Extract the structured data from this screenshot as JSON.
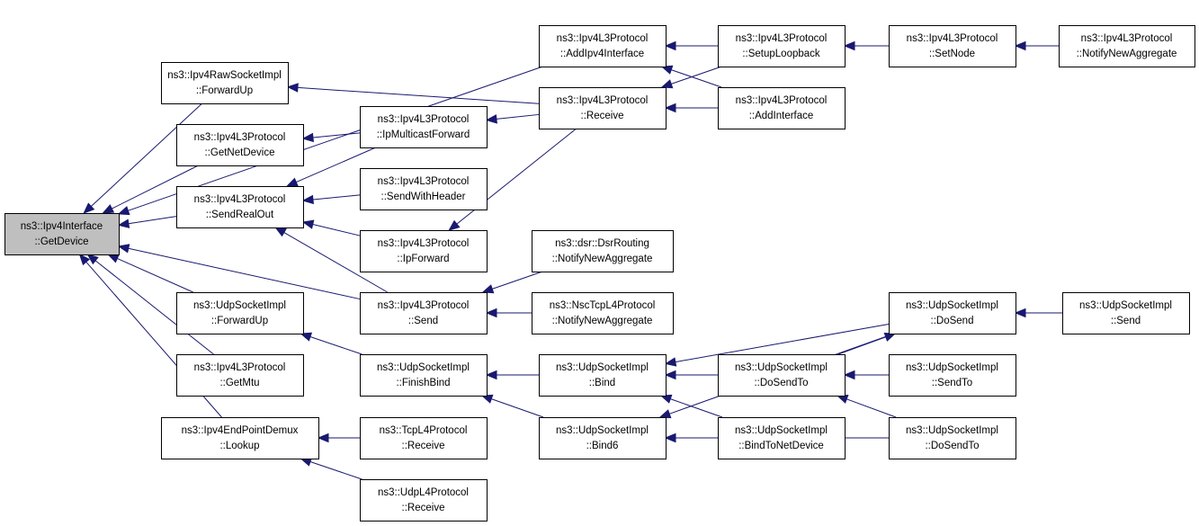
{
  "diagram": {
    "nodes": [
      {
        "id": "n_getdevice",
        "lines": [
          "ns3::Ipv4Interface",
          "::GetDevice"
        ],
        "focus": true
      },
      {
        "id": "n_rawfwd",
        "lines": [
          "ns3::Ipv4RawSocketImpl",
          "::ForwardUp"
        ]
      },
      {
        "id": "n_getnetdev",
        "lines": [
          "ns3::Ipv4L3Protocol",
          "::GetNetDevice"
        ]
      },
      {
        "id": "n_sendrealout",
        "lines": [
          "ns3::Ipv4L3Protocol",
          "::SendRealOut"
        ]
      },
      {
        "id": "n_udpfwd",
        "lines": [
          "ns3::UdpSocketImpl",
          "::ForwardUp"
        ]
      },
      {
        "id": "n_getmtu",
        "lines": [
          "ns3::Ipv4L3Protocol",
          "::GetMtu"
        ]
      },
      {
        "id": "n_lookup",
        "lines": [
          "ns3::Ipv4EndPointDemux",
          "::Lookup"
        ]
      },
      {
        "id": "n_ipmcast",
        "lines": [
          "ns3::Ipv4L3Protocol",
          "::IpMulticastForward"
        ]
      },
      {
        "id": "n_sendwh",
        "lines": [
          "ns3::Ipv4L3Protocol",
          "::SendWithHeader"
        ]
      },
      {
        "id": "n_ipforward",
        "lines": [
          "ns3::Ipv4L3Protocol",
          "::IpForward"
        ]
      },
      {
        "id": "n_send",
        "lines": [
          "ns3::Ipv4L3Protocol",
          "::Send"
        ]
      },
      {
        "id": "n_finishbind",
        "lines": [
          "ns3::UdpSocketImpl",
          "::FinishBind"
        ]
      },
      {
        "id": "n_tcprecv",
        "lines": [
          "ns3::TcpL4Protocol",
          "::Receive"
        ]
      },
      {
        "id": "n_udprecv",
        "lines": [
          "ns3::UdpL4Protocol",
          "::Receive"
        ]
      },
      {
        "id": "n_addipv4if",
        "lines": [
          "ns3::Ipv4L3Protocol",
          "::AddIpv4Interface"
        ]
      },
      {
        "id": "n_receive",
        "lines": [
          "ns3::Ipv4L3Protocol",
          "::Receive"
        ]
      },
      {
        "id": "n_dsrnna",
        "lines": [
          "ns3::dsr::DsrRouting",
          "::NotifyNewAggregate"
        ]
      },
      {
        "id": "n_nscnna",
        "lines": [
          "ns3::NscTcpL4Protocol",
          "::NotifyNewAggregate"
        ]
      },
      {
        "id": "n_bind",
        "lines": [
          "ns3::UdpSocketImpl",
          "::Bind"
        ]
      },
      {
        "id": "n_bind6",
        "lines": [
          "ns3::UdpSocketImpl",
          "::Bind6"
        ]
      },
      {
        "id": "n_setuploop",
        "lines": [
          "ns3::Ipv4L3Protocol",
          "::SetupLoopback"
        ]
      },
      {
        "id": "n_addif",
        "lines": [
          "ns3::Ipv4L3Protocol",
          "::AddInterface"
        ]
      },
      {
        "id": "n_dosendto1",
        "lines": [
          "ns3::UdpSocketImpl",
          "::DoSendTo"
        ]
      },
      {
        "id": "n_bindtonetdev",
        "lines": [
          "ns3::UdpSocketImpl",
          "::BindToNetDevice"
        ]
      },
      {
        "id": "n_setnode",
        "lines": [
          "ns3::Ipv4L3Protocol",
          "::SetNode"
        ]
      },
      {
        "id": "n_dosend",
        "lines": [
          "ns3::UdpSocketImpl",
          "::DoSend"
        ]
      },
      {
        "id": "n_sendto",
        "lines": [
          "ns3::UdpSocketImpl",
          "::SendTo"
        ]
      },
      {
        "id": "n_dosendto2",
        "lines": [
          "ns3::UdpSocketImpl",
          "::DoSendTo"
        ]
      },
      {
        "id": "n_l3nna",
        "lines": [
          "ns3::Ipv4L3Protocol",
          "::NotifyNewAggregate"
        ]
      },
      {
        "id": "n_udpsend",
        "lines": [
          "ns3::UdpSocketImpl",
          "::Send"
        ]
      }
    ],
    "edges": [
      {
        "from": "n_rawfwd",
        "to": "n_getdevice"
      },
      {
        "from": "n_getnetdev",
        "to": "n_getdevice"
      },
      {
        "from": "n_sendrealout",
        "to": "n_getdevice"
      },
      {
        "from": "n_udpfwd",
        "to": "n_getdevice"
      },
      {
        "from": "n_getmtu",
        "to": "n_getdevice"
      },
      {
        "from": "n_lookup",
        "to": "n_getdevice"
      },
      {
        "from": "n_addipv4if",
        "to": "n_getdevice"
      },
      {
        "from": "n_send",
        "to": "n_getdevice"
      },
      {
        "from": "n_ipmcast",
        "to": "n_getnetdev"
      },
      {
        "from": "n_ipmcast",
        "to": "n_sendrealout"
      },
      {
        "from": "n_sendwh",
        "to": "n_sendrealout"
      },
      {
        "from": "n_ipforward",
        "to": "n_sendrealout"
      },
      {
        "from": "n_send",
        "to": "n_sendrealout"
      },
      {
        "from": "n_receive",
        "to": "n_rawfwd"
      },
      {
        "from": "n_receive",
        "to": "n_ipmcast"
      },
      {
        "from": "n_receive",
        "to": "n_ipforward"
      },
      {
        "from": "n_finishbind",
        "to": "n_udpfwd"
      },
      {
        "from": "n_tcprecv",
        "to": "n_lookup"
      },
      {
        "from": "n_udprecv",
        "to": "n_lookup"
      },
      {
        "from": "n_dsrnna",
        "to": "n_send"
      },
      {
        "from": "n_nscnna",
        "to": "n_send"
      },
      {
        "from": "n_bind",
        "to": "n_finishbind"
      },
      {
        "from": "n_bind6",
        "to": "n_finishbind"
      },
      {
        "from": "n_setuploop",
        "to": "n_addipv4if"
      },
      {
        "from": "n_addif",
        "to": "n_addipv4if"
      },
      {
        "from": "n_setuploop",
        "to": "n_receive"
      },
      {
        "from": "n_addif",
        "to": "n_receive"
      },
      {
        "from": "n_setnode",
        "to": "n_setuploop"
      },
      {
        "from": "n_l3nna",
        "to": "n_setnode"
      },
      {
        "from": "n_dosend",
        "to": "n_bind"
      },
      {
        "from": "n_dosendto1",
        "to": "n_bind"
      },
      {
        "from": "n_bindtonetdev",
        "to": "n_bind"
      },
      {
        "from": "n_dosend",
        "to": "n_bind6"
      },
      {
        "from": "n_bindtonetdev",
        "to": "n_bind6"
      },
      {
        "from": "n_dosendto2",
        "to": "n_bind6"
      },
      {
        "from": "n_dosendto1",
        "to": "n_dosend"
      },
      {
        "from": "n_sendto",
        "to": "n_dosendto1"
      },
      {
        "from": "n_dosendto2",
        "to": "n_dosendto1"
      },
      {
        "from": "n_udpsend",
        "to": "n_dosend"
      }
    ]
  },
  "colors": {
    "edge": "#191970",
    "focus_fill": "#bfbfbf",
    "node_fill": "#ffffff",
    "node_stroke": "#000000"
  }
}
